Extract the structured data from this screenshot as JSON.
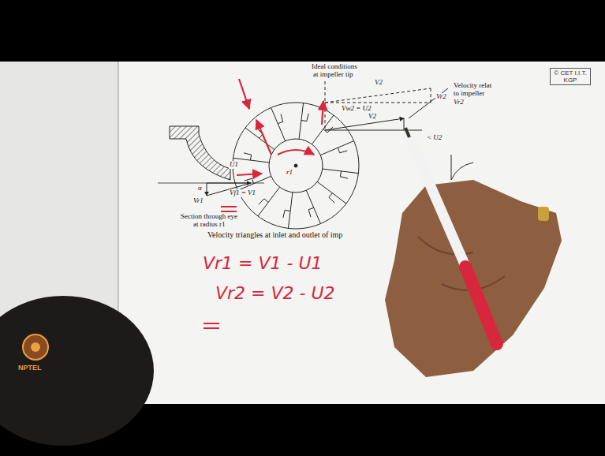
{
  "diagram": {
    "nodes": [
      {
        "text": [
          "© CET I.I.T. KGP"
        ]
      }
    ],
    "labels": [
      "Ideal conditions",
      "at impeller tip",
      "V2",
      "Vr2",
      "Vw2 = U2",
      "Velocity relat",
      "to impeller",
      "Vr2",
      "V2",
      "< U2",
      "U1",
      "α",
      "Vr1",
      "Vf1 = V1",
      "Section through eye",
      "at radius r1",
      "r1",
      "Velocity triangles at inlet and outlet of imp",
      "Vr1 = V1 - U1",
      "Vr2 = V2 - U2",
      "NPTEL"
    ]
  }
}
